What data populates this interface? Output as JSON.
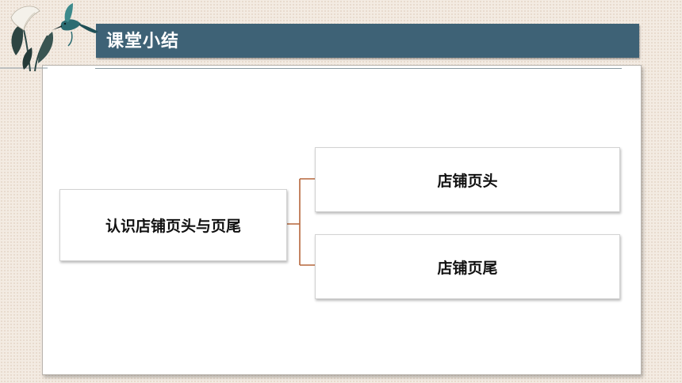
{
  "slide": {
    "title": "课堂小结"
  },
  "diagram": {
    "root": "认识店铺页头与页尾",
    "children": [
      "店铺页头",
      "店铺页尾"
    ]
  },
  "colors": {
    "title_bar": "#3e6276",
    "connector": "#b5663a",
    "background": "#f3ebe2"
  },
  "icons": {
    "decoration": "calla-lily-hummingbird-icon"
  }
}
